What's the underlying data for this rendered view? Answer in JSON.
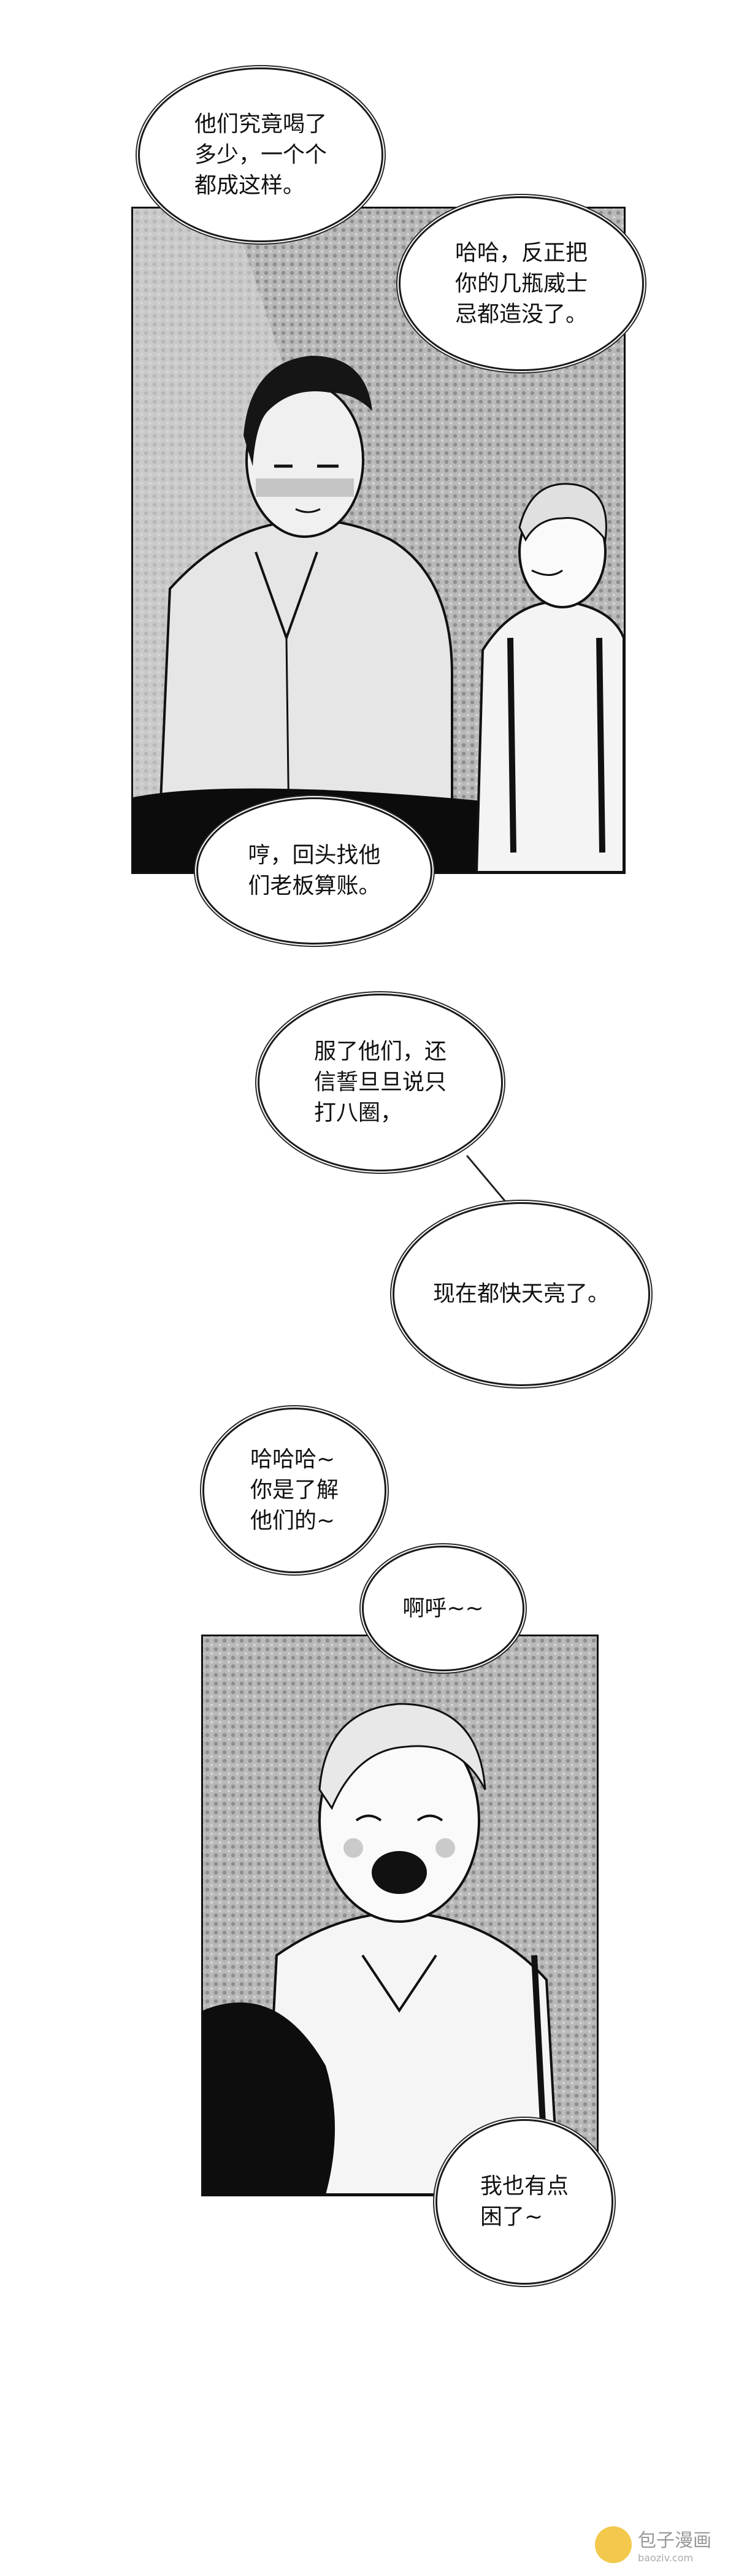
{
  "panels": [
    {
      "name": "panel-1",
      "description_scene": "office-men-standing"
    },
    {
      "name": "panel-2",
      "description_scene": "laughing-man"
    }
  ],
  "bubbles": {
    "b1": "他们究竟喝了\n多少，一个个\n都成这样。",
    "b2": "哈哈，反正把\n你的几瓶威士\n忌都造没了。",
    "b3": "哼，回头找他\n们老板算账。",
    "b4": "服了他们，还\n信誓旦旦说只\n打八圈，",
    "b5": "现在都快天亮了。",
    "b6": "哈哈哈~\n你是了解\n他们的~",
    "b7": "啊呼~~",
    "b8": "我也有点\n困了~"
  },
  "watermark": {
    "title": "包子漫画",
    "subtitle": "baoziv.com"
  }
}
